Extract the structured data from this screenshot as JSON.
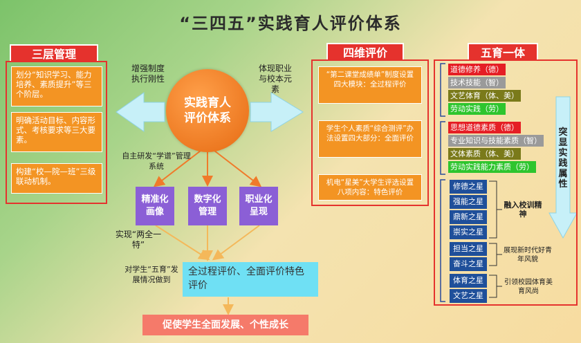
{
  "title": "“三四五”实践育人评价体系",
  "left": {
    "header": "三层管理",
    "boxes": [
      "划分“知识学习、能力培养、素质提升”等三个阶层。",
      "明确活动目标、内容形式、考核要求等三大要素。",
      "构建“校—院—班”三级联动机制。"
    ]
  },
  "center": {
    "circle": "实践育人评价体系",
    "left_text": "增强制度执行刚性",
    "right_text": "体现职业与校本元素",
    "xuepu_text": "自主研发“学谱”管理 系统",
    "purple_boxes": [
      "精准化画像",
      "数字化管理",
      "职业化呈现"
    ],
    "shixian": "实现“两全一特”",
    "wuyu_label": "对学生“五育”发展情况做到",
    "cyan_text": "全过程评价、全面评价特色评价",
    "bottom": "促使学生全面发展、个性成长"
  },
  "siwei": {
    "header": "四维评价",
    "boxes": [
      "“第二课堂成绩单”制度设置四大模块：全过程评价",
      "学生个人素质“综合测评”办法设置四大部分：全面评价",
      "机电“星美”大学生评选设置八项内容：特色评价"
    ]
  },
  "wuyu": {
    "header": "五育一体",
    "group1": [
      "道德修养（德）",
      "技术技能（智）",
      "文艺体育（体、美）",
      "劳动实践（劳）"
    ],
    "group2": [
      "思想道德素质（德）",
      "专业知识与技能素质（智）",
      "文体素质（体、美）",
      "劳动实践能力素质（劳）"
    ],
    "stars": [
      "修德之星",
      "强能之星",
      "鼎新之星",
      "崇实之星",
      "担当之星",
      "奋斗之星",
      "体育之星",
      "文艺之星"
    ],
    "star_notes": [
      "融入校训精神",
      "展现新时代好青年风貌",
      "引领校园体育美育风尚"
    ],
    "arrow_text": "突显实践属性"
  },
  "colors": {
    "header_red": "#e5322d",
    "orange": "#f39423",
    "purple": "#8b5fd6",
    "cyan": "#6fe0f4",
    "star_blue": "#1f4f9a"
  }
}
